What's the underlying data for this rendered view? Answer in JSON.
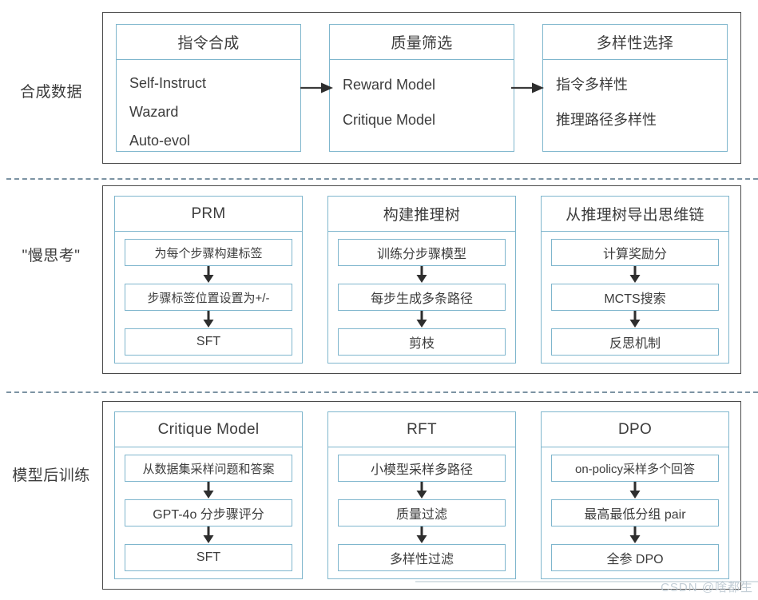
{
  "diagram": {
    "title": "合成数据 / 慢思考 / 模型后训练 流程图",
    "colors": {
      "card_border": "#7fb6cd",
      "panel_border": "#4a4a4a",
      "divider": "#7c93a3",
      "text": "#3c3c3c",
      "watermark": "#b9c6cf"
    },
    "sections": [
      {
        "label": "合成数据",
        "layout": "list",
        "connectors": [
          "arrow-right",
          "arrow-right"
        ],
        "columns": [
          {
            "title": "指令合成",
            "items": [
              "Self-Instruct",
              "Wazard",
              "Auto-evol"
            ]
          },
          {
            "title": "质量筛选",
            "items": [
              "Reward Model",
              "Critique Model"
            ]
          },
          {
            "title": "多样性选择",
            "items": [
              "指令多样性",
              "推理路径多样性"
            ]
          }
        ]
      },
      {
        "label": "\"慢思考\"",
        "layout": "steps",
        "connectors": [],
        "columns": [
          {
            "title": "PRM",
            "items": [
              "为每个步骤构建标签",
              "步骤标签位置设置为+/-",
              "SFT"
            ]
          },
          {
            "title": "构建推理树",
            "items": [
              "训练分步骤模型",
              "每步生成多条路径",
              "剪枝"
            ]
          },
          {
            "title": "从推理树导出思维链",
            "items": [
              "计算奖励分",
              "MCTS搜索",
              "反思机制"
            ]
          }
        ]
      },
      {
        "label": "模型后训练",
        "layout": "steps",
        "connectors": [],
        "columns": [
          {
            "title": "Critique Model",
            "items": [
              "从数据集采样问题和答案",
              "GPT-4o 分步骤评分",
              "SFT"
            ]
          },
          {
            "title": "RFT",
            "items": [
              "小模型采样多路径",
              "质量过滤",
              "多样性过滤"
            ]
          },
          {
            "title": "DPO",
            "items": [
              "on-policy采样多个回答",
              "最高最低分组 pair",
              "全参 DPO"
            ]
          }
        ]
      }
    ],
    "watermark": "CSDN @啥都生"
  }
}
